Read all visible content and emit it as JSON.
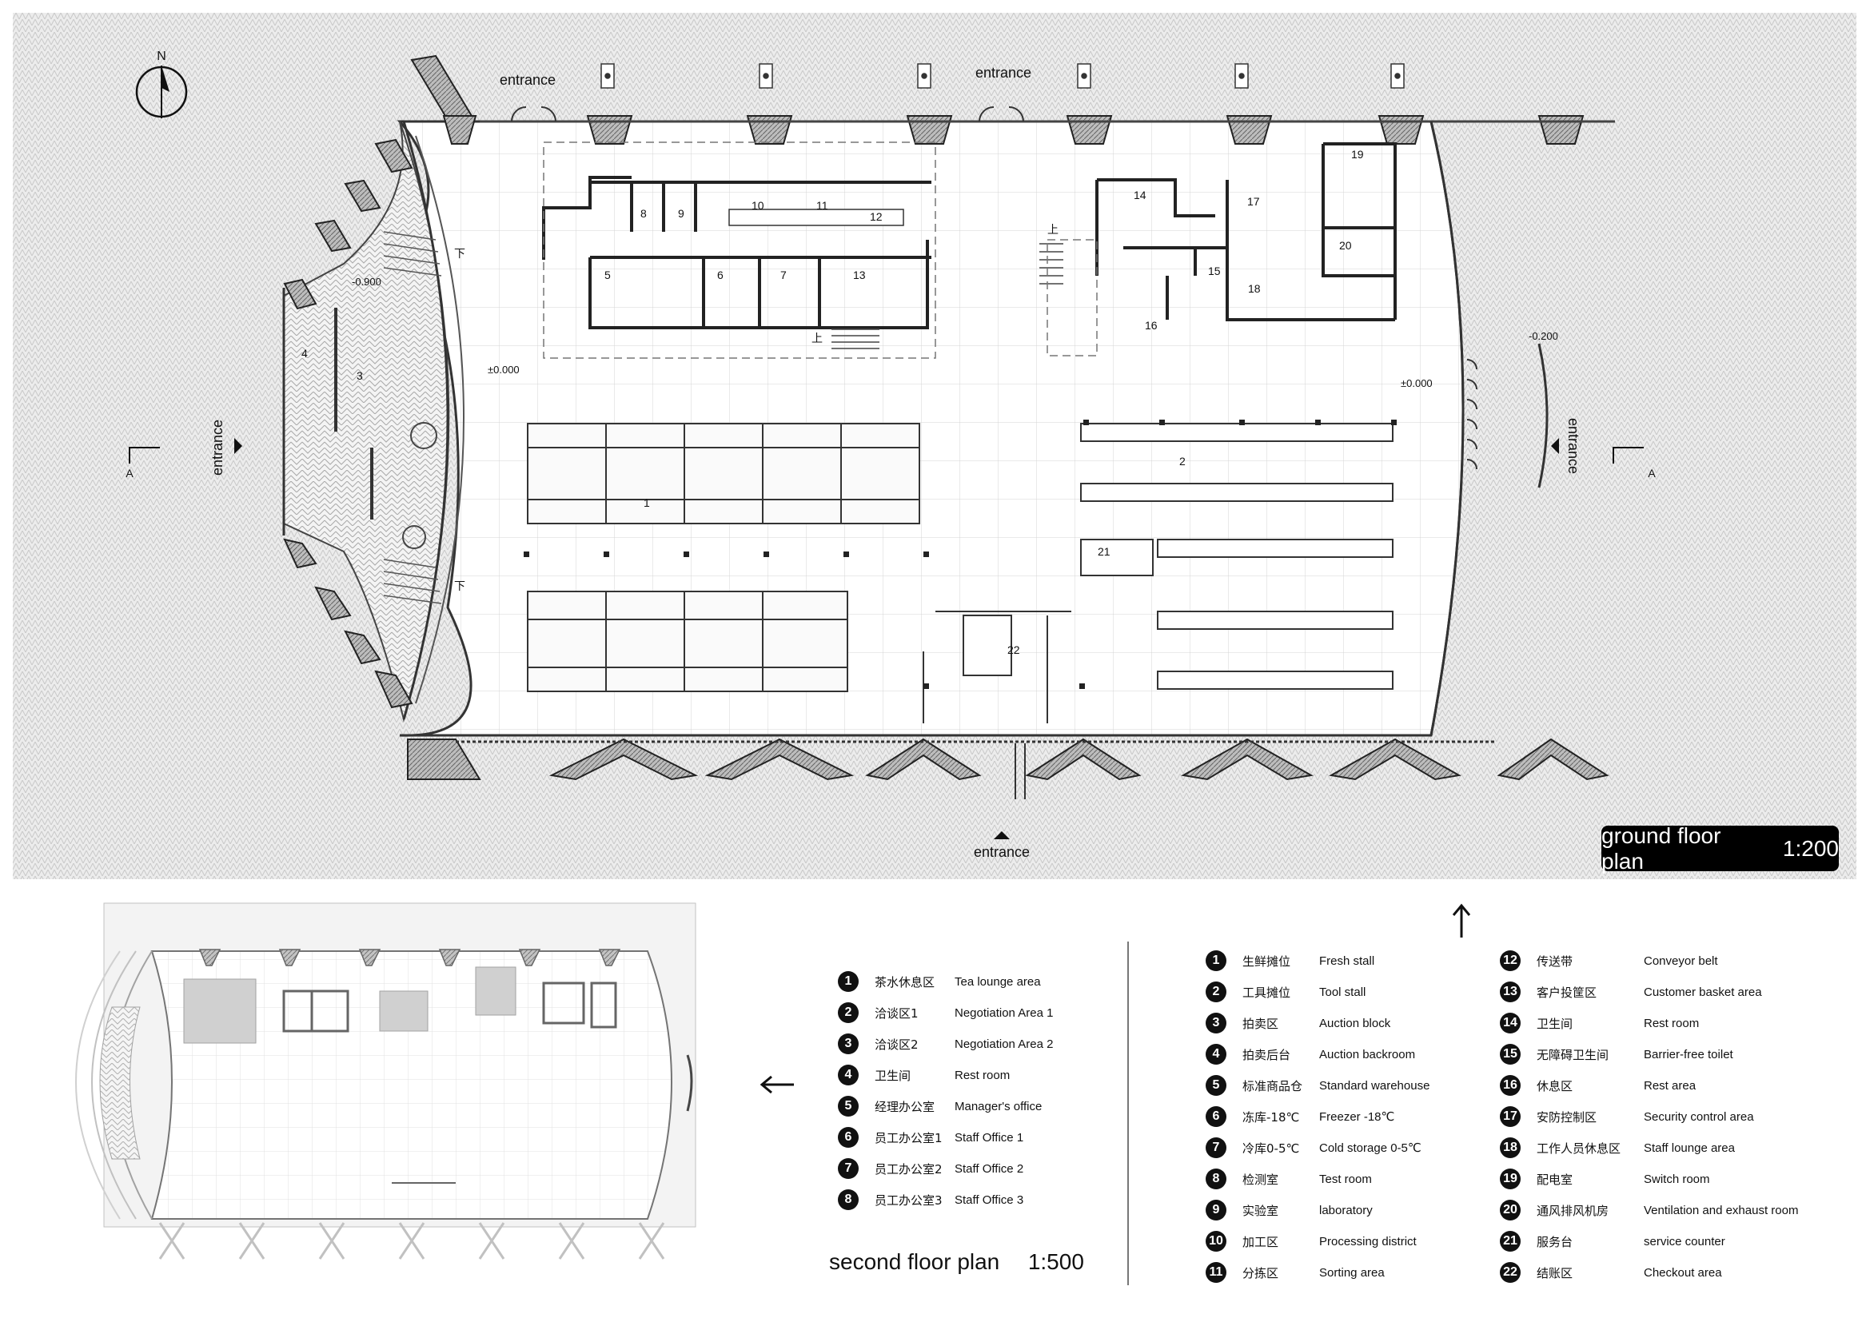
{
  "plan": {
    "entrance_label": "entrance",
    "north_label": "N",
    "section_marker": "A",
    "stairs_down": "下",
    "stairs_up": "上",
    "levels": [
      "-0.900",
      "±0.000",
      "±0.000",
      "-0.200"
    ],
    "room_numbers": [
      "1",
      "2",
      "3",
      "4",
      "5",
      "6",
      "7",
      "8",
      "9",
      "10",
      "11",
      "12",
      "13",
      "14",
      "15",
      "16",
      "17",
      "18",
      "19",
      "20",
      "21",
      "22"
    ]
  },
  "ground_floor": {
    "title": "ground floor plan",
    "scale": "1:200"
  },
  "second_floor": {
    "title": "second floor plan",
    "scale": "1:500"
  },
  "legend_left": [
    {
      "num": "1",
      "zh": "茶水休息区",
      "en": "Tea lounge area"
    },
    {
      "num": "2",
      "zh": "洽谈区1",
      "en": "Negotiation Area 1"
    },
    {
      "num": "3",
      "zh": "洽谈区2",
      "en": "Negotiation Area 2"
    },
    {
      "num": "4",
      "zh": "卫生间",
      "en": "Rest room"
    },
    {
      "num": "5",
      "zh": "经理办公室",
      "en": "Manager's office"
    },
    {
      "num": "6",
      "zh": "员工办公室1",
      "en": "Staff Office 1"
    },
    {
      "num": "7",
      "zh": "员工办公室2",
      "en": "Staff Office 2"
    },
    {
      "num": "8",
      "zh": "员工办公室3",
      "en": "Staff Office 3"
    }
  ],
  "legend_mid": [
    {
      "num": "1",
      "zh": "生鲜摊位",
      "en": "Fresh stall"
    },
    {
      "num": "2",
      "zh": "工具摊位",
      "en": "Tool stall"
    },
    {
      "num": "3",
      "zh": "拍卖区",
      "en": "Auction block"
    },
    {
      "num": "4",
      "zh": "拍卖后台",
      "en": "Auction backroom"
    },
    {
      "num": "5",
      "zh": "标准商品仓",
      "en": "Standard warehouse"
    },
    {
      "num": "6",
      "zh": "冻库-18℃",
      "en": "Freezer -18℃"
    },
    {
      "num": "7",
      "zh": "冷库0-5℃",
      "en": "Cold storage 0-5℃"
    },
    {
      "num": "8",
      "zh": "检测室",
      "en": "Test room"
    },
    {
      "num": "9",
      "zh": "实验室",
      "en": "laboratory"
    },
    {
      "num": "10",
      "zh": "加工区",
      "en": "Processing district"
    },
    {
      "num": "11",
      "zh": "分拣区",
      "en": "Sorting area"
    }
  ],
  "legend_right": [
    {
      "num": "12",
      "zh": "传送带",
      "en": "Conveyor belt"
    },
    {
      "num": "13",
      "zh": "客户投筐区",
      "en": "Customer basket area"
    },
    {
      "num": "14",
      "zh": "卫生间",
      "en": "Rest room"
    },
    {
      "num": "15",
      "zh": "无障碍卫生间",
      "en": "Barrier-free toilet"
    },
    {
      "num": "16",
      "zh": "休息区",
      "en": "Rest area"
    },
    {
      "num": "17",
      "zh": "安防控制区",
      "en": "Security control area"
    },
    {
      "num": "18",
      "zh": "工作人员休息区",
      "en": "Staff lounge area"
    },
    {
      "num": "19",
      "zh": "配电室",
      "en": "Switch room"
    },
    {
      "num": "20",
      "zh": "通风排风机房",
      "en": "Ventilation and exhaust room"
    },
    {
      "num": "21",
      "zh": "服务台",
      "en": "service counter"
    },
    {
      "num": "22",
      "zh": "结账区",
      "en": "Checkout area"
    }
  ]
}
